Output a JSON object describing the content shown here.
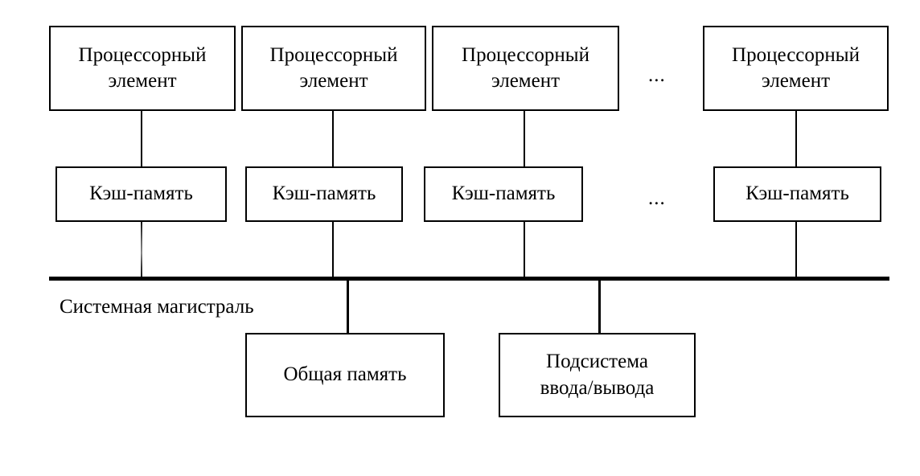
{
  "diagram": {
    "title": "Symmetric multiprocessor block diagram",
    "bus": {
      "label": "Системная магистраль"
    },
    "ellipsis": {
      "processor_row": "...",
      "cache_row": "..."
    },
    "processor_elements": [
      {
        "label": "Процессорный\nэлемент"
      },
      {
        "label": "Процессорный\nэлемент"
      },
      {
        "label": "Процессорный\nэлемент"
      },
      {
        "label": "Процессорный\nэлемент"
      }
    ],
    "caches": [
      {
        "label": "Кэш-память"
      },
      {
        "label": "Кэш-память"
      },
      {
        "label": "Кэш-память"
      },
      {
        "label": "Кэш-память"
      }
    ],
    "bottom_nodes": [
      {
        "label": "Общая память"
      },
      {
        "label": "Подсистема\nввода/вывода"
      }
    ],
    "colors": {
      "stroke": "#000000",
      "fill": "#ffffff",
      "text": "#000000"
    }
  }
}
